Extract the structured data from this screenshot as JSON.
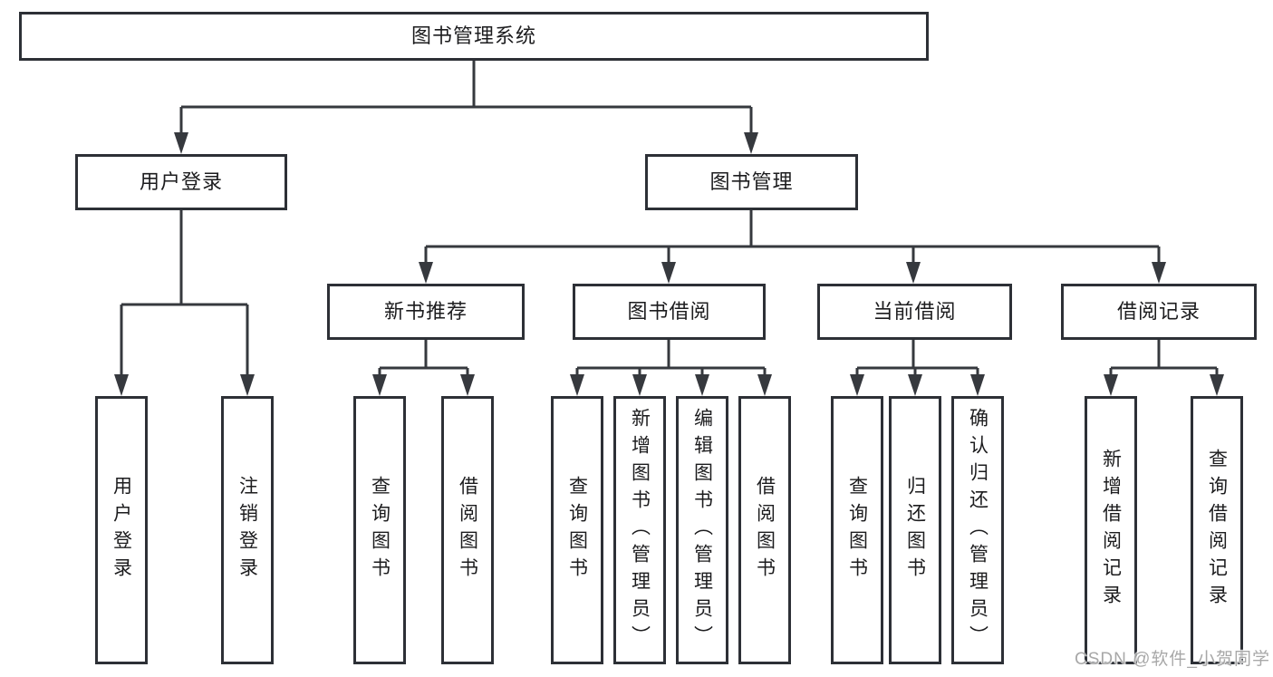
{
  "colors": {
    "line": "#36393e",
    "box_border": "#2d3036",
    "box_background": "#ffffff",
    "text": "#1c1c1e",
    "watermark": "#a8a8a8",
    "page_background": "#ffffff"
  },
  "diagram": {
    "root": {
      "label": "图书管理系统"
    },
    "level2": [
      {
        "label": "用户登录"
      },
      {
        "label": "图书管理"
      }
    ],
    "level3": [
      {
        "label": "新书推荐"
      },
      {
        "label": "图书借阅"
      },
      {
        "label": "当前借阅"
      },
      {
        "label": "借阅记录"
      }
    ],
    "leaves": {
      "user_login": [
        {
          "label": "用户登录"
        },
        {
          "label": "注销登录"
        }
      ],
      "new_book_recommend": [
        {
          "label": "查询图书"
        },
        {
          "label": "借阅图书"
        }
      ],
      "book_borrowing": [
        {
          "label": "查询图书"
        },
        {
          "label": "新增图书（管理员）"
        },
        {
          "label": "编辑图书（管理员）"
        },
        {
          "label": "借阅图书"
        }
      ],
      "current_borrowing": [
        {
          "label": "查询图书"
        },
        {
          "label": "归还图书"
        },
        {
          "label": "确认归还（管理员）"
        }
      ],
      "borrowing_records": [
        {
          "label": "新增借阅记录"
        },
        {
          "label": "查询借阅记录"
        }
      ]
    }
  },
  "watermark": {
    "text": "CSDN @软件_小贺同学"
  }
}
